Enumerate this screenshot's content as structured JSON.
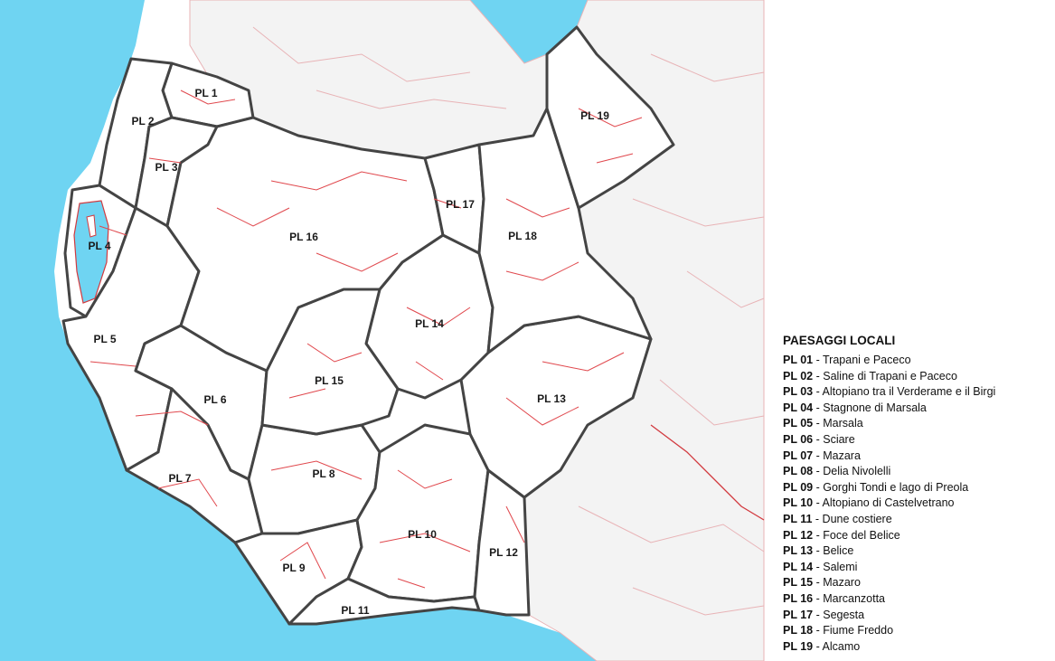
{
  "colors": {
    "sea": "#6fd4f2",
    "land": "#ffffff",
    "outside_land": "#f3f3f3",
    "district_border": "#444444",
    "municipal_border": "#e0474c",
    "outside_border": "#e8b3b6"
  },
  "map": {
    "labels": [
      {
        "code": "PL 1"
      },
      {
        "code": "PL 2"
      },
      {
        "code": "PL 3"
      },
      {
        "code": "PL 4"
      },
      {
        "code": "PL 5"
      },
      {
        "code": "PL 6"
      },
      {
        "code": "PL 7"
      },
      {
        "code": "PL 8"
      },
      {
        "code": "PL 9"
      },
      {
        "code": "PL 10"
      },
      {
        "code": "PL 11"
      },
      {
        "code": "PL 12"
      },
      {
        "code": "PL 13"
      },
      {
        "code": "PL 14"
      },
      {
        "code": "PL 15"
      },
      {
        "code": "PL 16"
      },
      {
        "code": "PL 17"
      },
      {
        "code": "PL 18"
      },
      {
        "code": "PL 19"
      }
    ]
  },
  "legend": {
    "title": "PAESAGGI LOCALI",
    "items": [
      {
        "code": "PL 01",
        "name": " - Trapani e Paceco"
      },
      {
        "code": "PL 02",
        "name": " - Saline di Trapani e Paceco"
      },
      {
        "code": "PL 03",
        "name": " - Altopiano tra il Verderame e il Birgi"
      },
      {
        "code": "PL 04",
        "name": " - Stagnone di Marsala"
      },
      {
        "code": "PL 05",
        "name": " - Marsala"
      },
      {
        "code": "PL 06",
        "name": " - Sciare"
      },
      {
        "code": "PL 07",
        "name": " - Mazara"
      },
      {
        "code": "PL 08",
        "name": " - Delia Nivolelli"
      },
      {
        "code": "PL 09",
        "name": " - Gorghi Tondi e lago di Preola"
      },
      {
        "code": "PL 10",
        "name": " - Altopiano di Castelvetrano"
      },
      {
        "code": "PL 11",
        "name": " - Dune costiere"
      },
      {
        "code": "PL 12",
        "name": " - Foce del Belice"
      },
      {
        "code": "PL 13",
        "name": " - Belice"
      },
      {
        "code": "PL 14",
        "name": " - Salemi"
      },
      {
        "code": "PL 15",
        "name": " - Mazaro"
      },
      {
        "code": "PL 16",
        "name": " - Marcanzotta"
      },
      {
        "code": "PL 17",
        "name": " - Segesta"
      },
      {
        "code": "PL 18",
        "name": " - Fiume Freddo"
      },
      {
        "code": "PL 19",
        "name": " - Alcamo"
      }
    ]
  }
}
